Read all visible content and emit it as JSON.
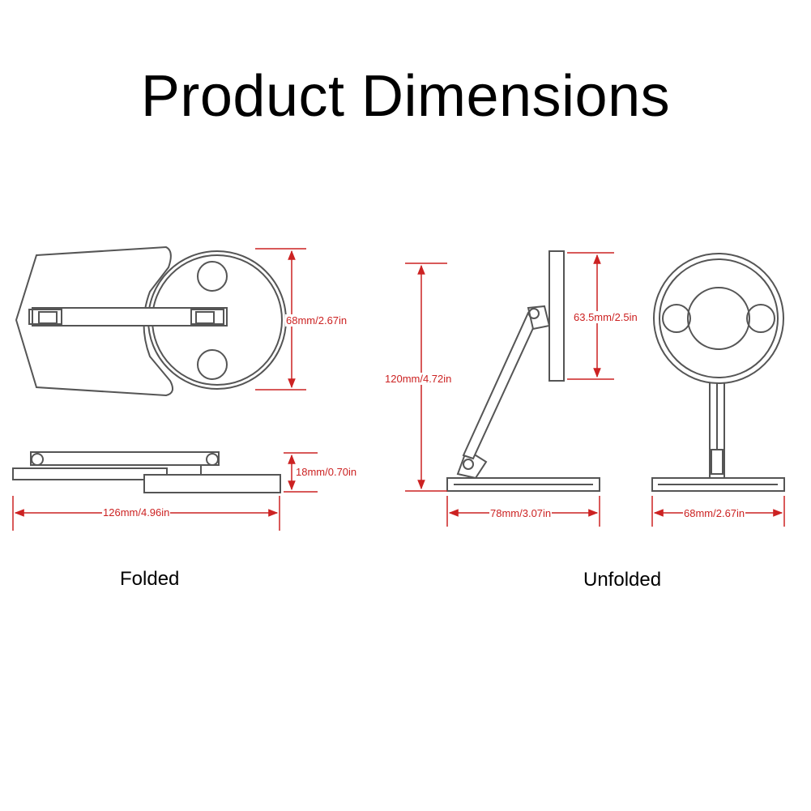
{
  "title": "Product Dimensions",
  "captions": {
    "folded": "Folded",
    "unfolded": "Unfolded"
  },
  "dimensions": {
    "folded_height": "68mm/2.67in",
    "folded_thickness": "18mm/0.70in",
    "folded_length": "126mm/4.96in",
    "unfolded_height": "120mm/4.72in",
    "unfolded_disc": "63.5mm/2.5in",
    "unfolded_base_depth": "78mm/3.07in",
    "unfolded_width": "68mm/2.67in"
  },
  "colors": {
    "dimension": "#cc2222",
    "outline": "#555555"
  }
}
